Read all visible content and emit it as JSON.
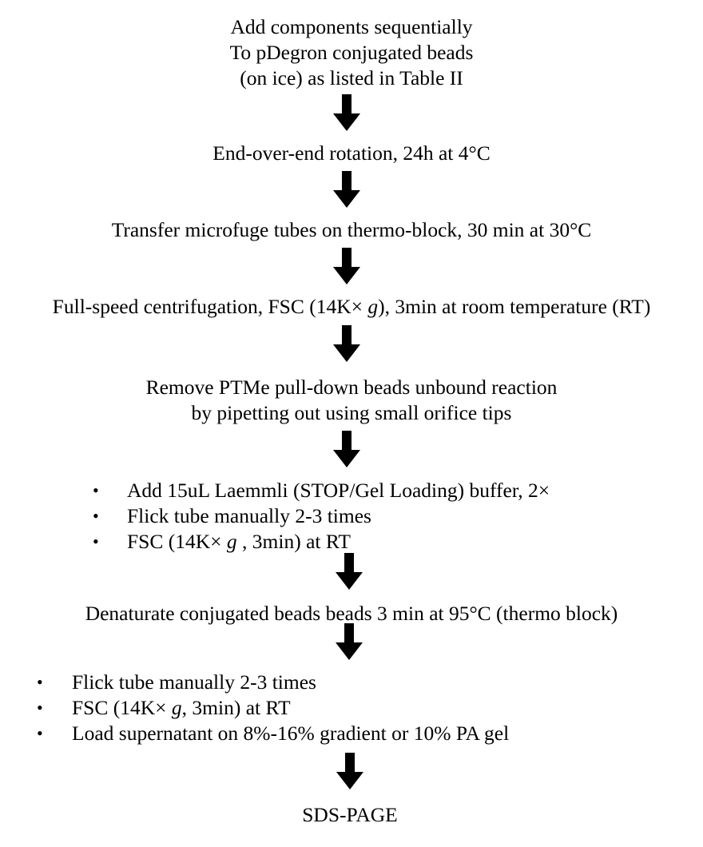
{
  "flowchart": {
    "step1": {
      "line1": "Add components sequentially",
      "line2": "To pDegron  conjugated beads",
      "line3": "(on ice) as listed in Table II"
    },
    "step2": "End-over-end rotation, 24h at 4°C",
    "step3": "Transfer microfuge tubes on thermo-block, 30 min at 30°C",
    "step4": {
      "pre": "Full-speed centrifugation, FSC (14K× ",
      "g": "g",
      "post": "), 3min at room temperature (RT)"
    },
    "step5": {
      "line1": "Remove PTMe pull-down beads unbound reaction",
      "line2": "by pipetting out using small orifice tips"
    },
    "step6": {
      "bullet": "•",
      "item1": "Add 15uL Laemmli (STOP/Gel Loading) buffer, 2×",
      "item2": "Flick tube manually 2-3 times",
      "item3_pre": "FSC (14K× ",
      "item3_g": "g",
      "item3_post": " , 3min) at RT"
    },
    "step7": "Denaturate conjugated beads beads 3 min at 95°C  (thermo block)",
    "step8": {
      "bullet": "•",
      "item1": "Flick tube manually 2-3 times",
      "item2_pre": "FSC (14K× ",
      "item2_g": "g",
      "item2_post": ", 3min) at RT",
      "item3": "Load supernatant on 8%-16% gradient or 10% PA gel"
    },
    "step9": "SDS-PAGE"
  },
  "colors": {
    "text": "#000000",
    "arrow": "#000000",
    "background": "#ffffff"
  },
  "icons": {
    "arrow": "down-arrow-icon",
    "bullet": "bullet-icon"
  }
}
